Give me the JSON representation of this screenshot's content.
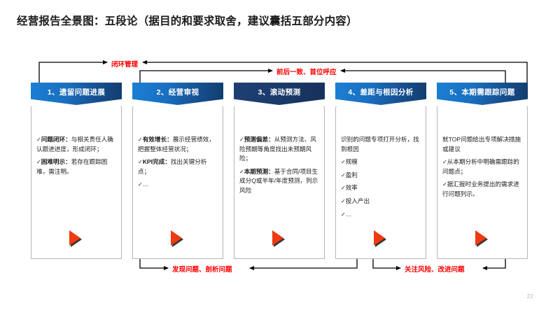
{
  "slide": {
    "title": "经营报告全景图：五段论（据目的和要求取舍，建议囊括五部分内容）",
    "page_number": "22",
    "accent_red": "#ff0000",
    "header_blue": "#1b7fd4",
    "header_navy": "#16305a",
    "triangle_orange": "#ef3a12"
  },
  "flow_labels": {
    "closed_loop": "闭环管理",
    "consistent": "前后一致、首位呼应",
    "find_problem": "发现问题、剖析问题",
    "focus_risk": "关注风险、改进问题"
  },
  "columns": [
    {
      "header": "1、遗留问题进展",
      "style": "light",
      "lines": [
        {
          "check": true,
          "bold": "问题闭环：",
          "text": "与相关责任人确认跟进进度，形成闭环；"
        },
        {
          "check": true,
          "bold": "困难明示：",
          "text": "若存在跟踪困难，需注明。"
        }
      ]
    },
    {
      "header": "2、经营审视",
      "style": "light",
      "lines": [
        {
          "check": true,
          "bold": "有效增长：",
          "text": "展示经营绩效，把握整体经营状况；"
        },
        {
          "check": true,
          "bold": "KPI完成：",
          "text": "找出关键分析点；"
        },
        {
          "check": true,
          "bold": "",
          "text": "…"
        }
      ]
    },
    {
      "header": "3、滚动预测",
      "style": "dark",
      "lines": [
        {
          "check": true,
          "bold": "预测偏差：",
          "text": "从预测方法、风险预期等角度找出未预期风险；"
        },
        {
          "check": true,
          "bold": "本期预测：",
          "text": "基于合同/项目生成分Q或半年/年度预测，列示风险"
        }
      ]
    },
    {
      "header": "4、差距与根因分析",
      "style": "light",
      "lines": [
        {
          "check": false,
          "bold": "",
          "text": "识别的问题专项打开分析，找到根因"
        },
        {
          "check": true,
          "bold": "",
          "text": "规模"
        },
        {
          "check": true,
          "bold": "",
          "text": "盈利"
        },
        {
          "check": true,
          "bold": "",
          "text": "效率"
        },
        {
          "check": true,
          "bold": "",
          "text": "投入产出"
        },
        {
          "check": true,
          "bold": "",
          "text": "…"
        }
      ]
    },
    {
      "header": "5、本期需跟踪问题",
      "style": "light",
      "lines": [
        {
          "check": false,
          "bold": "",
          "text": "就TOP问题给出专项解决措施或建议"
        },
        {
          "check": true,
          "bold": "",
          "text": "从本期分析中明确需跟踪的问题点；"
        },
        {
          "check": true,
          "bold": "",
          "text": "据汇报时业务提出的需求进行问题列示。"
        }
      ]
    }
  ]
}
